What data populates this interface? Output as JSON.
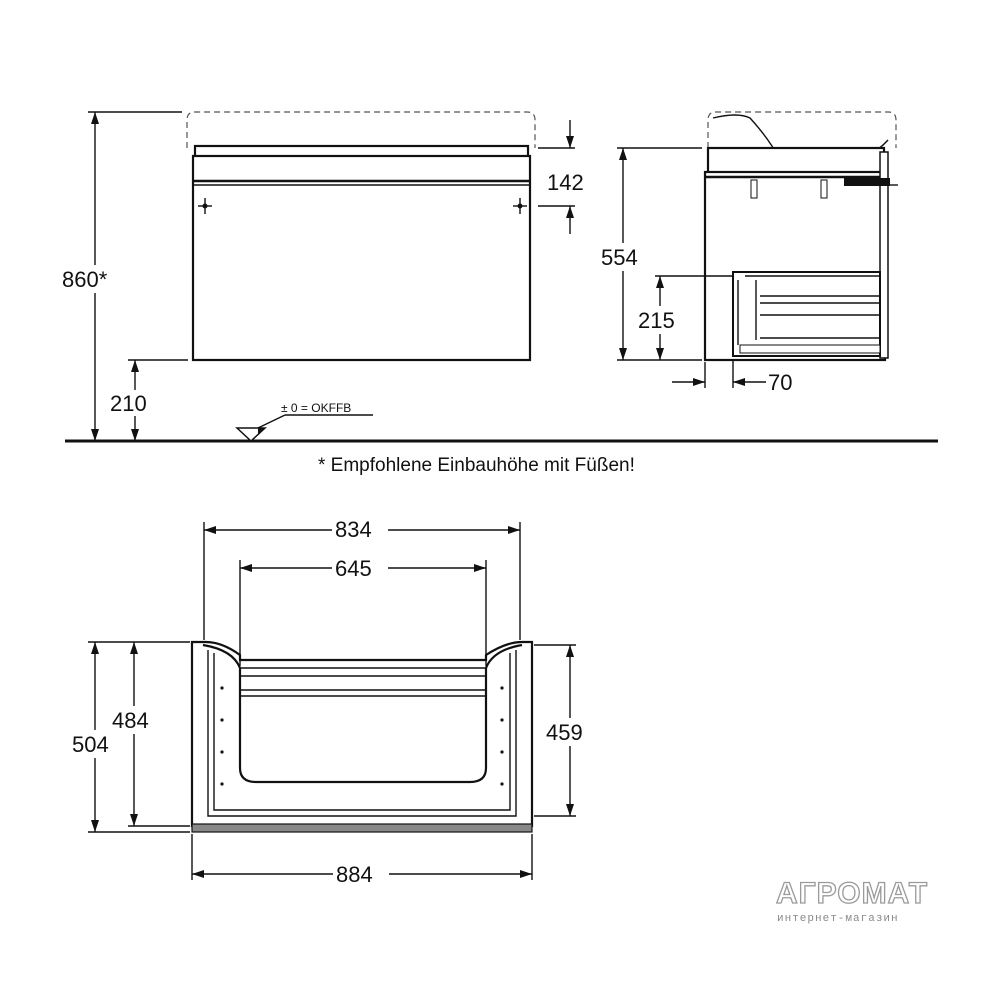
{
  "dimensions": {
    "total_height": "860*",
    "drawer_height": "142",
    "foot_height": "210",
    "side_height": "554",
    "inner_drawer_height": "215",
    "wall_offset": "70",
    "outer_width": "834",
    "inner_width": "645",
    "overall_width": "884",
    "depth_outer": "504",
    "depth_mid": "484",
    "depth_inner": "459"
  },
  "floor_reference": "± 0 = OKFFB",
  "footnote": "* Empfohlene Einbauhöhe mit Füßen!",
  "logo": {
    "name": "АГРОМАТ",
    "tagline": "интернет-магазин"
  }
}
